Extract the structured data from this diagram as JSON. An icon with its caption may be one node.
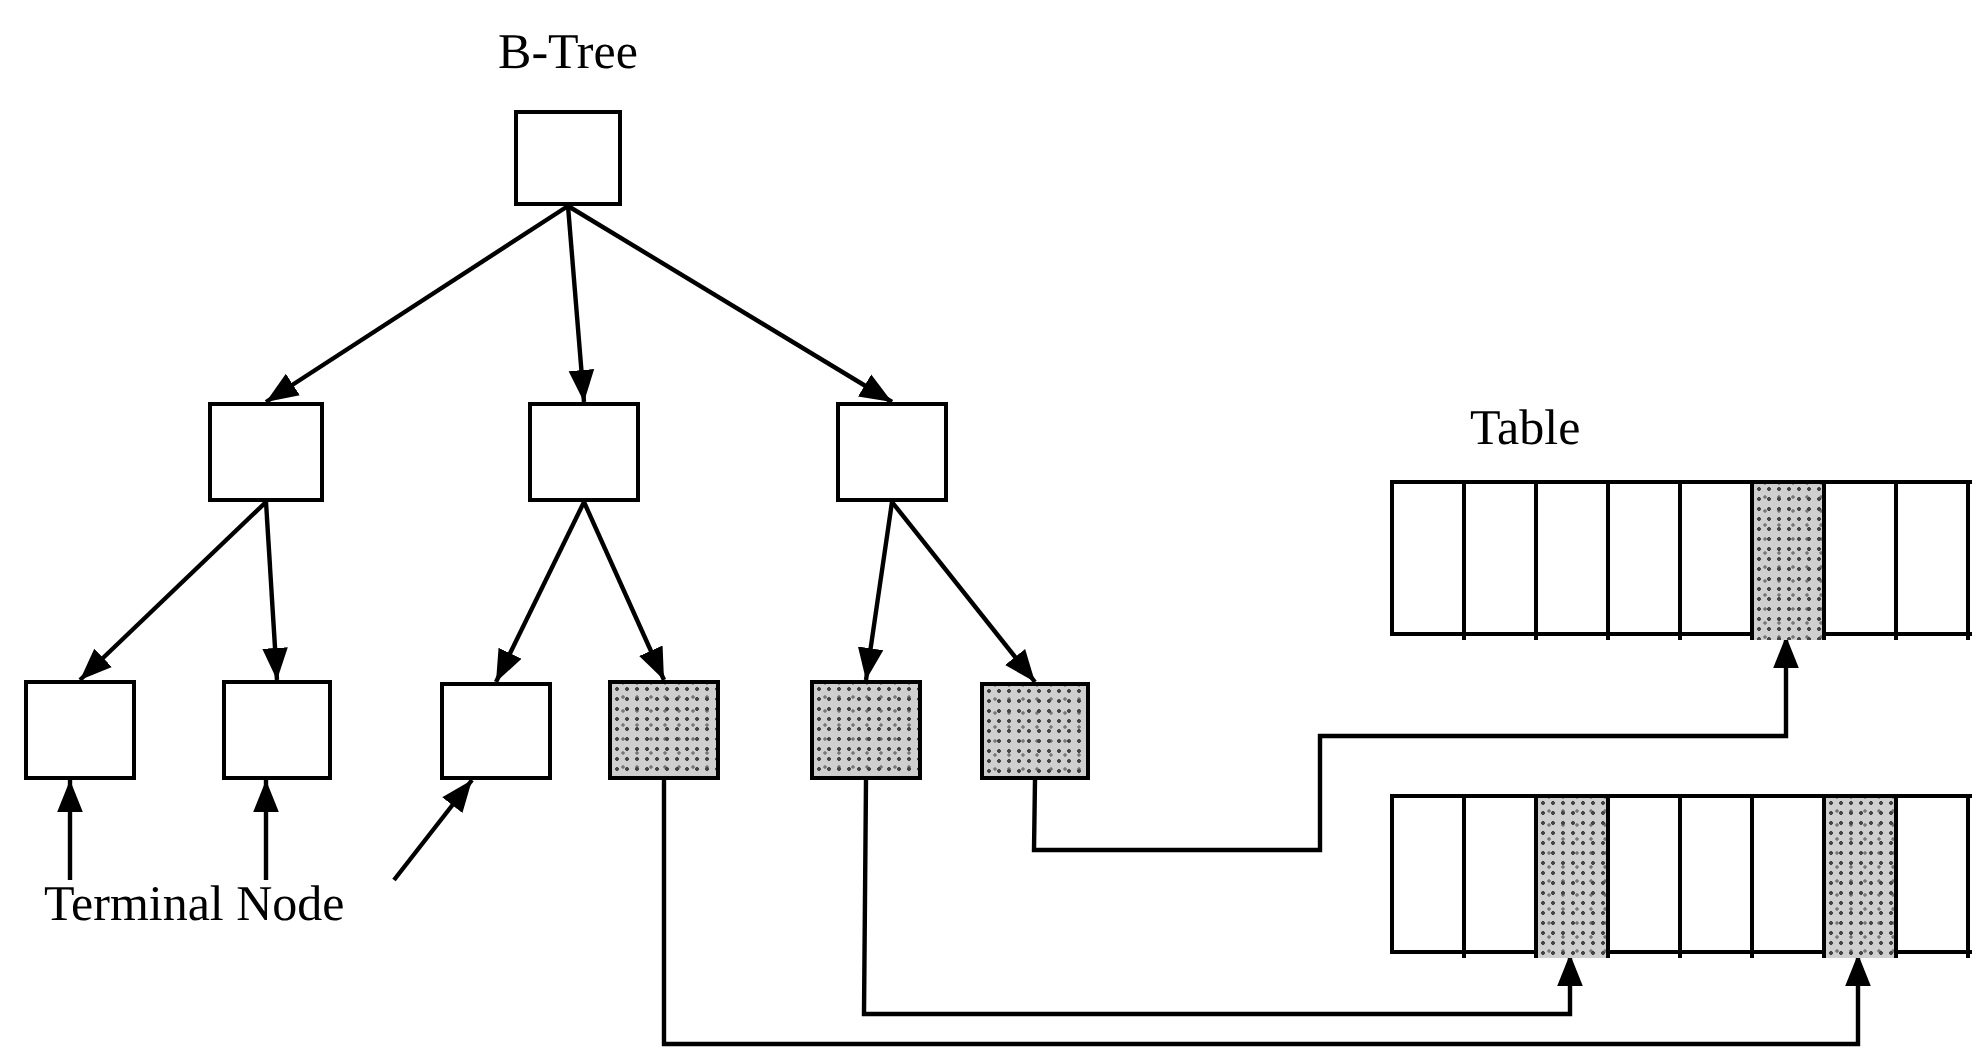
{
  "diagram": {
    "nodes": [
      {
        "text": [
          "B-Tree"
        ]
      },
      {
        "text": [],
        "shape": "box"
      },
      {
        "text": [],
        "shape": "box"
      },
      {
        "text": [],
        "shape": "box"
      },
      {
        "text": [],
        "shape": "box"
      },
      {
        "text": [],
        "shape": "box"
      },
      {
        "text": [],
        "shape": "box"
      },
      {
        "text": [],
        "shape": "box"
      },
      {
        "text": [],
        "shape": "box"
      },
      {
        "text": [],
        "shape": "box"
      },
      {
        "text": [
          "Terminal Node"
        ]
      },
      {
        "text": [
          "Table"
        ]
      },
      {
        "text": [],
        "shape": "bar",
        "in": 11
      },
      {
        "text": [],
        "shape": "box",
        "in": 12
      },
      {
        "text": [],
        "shape": "box",
        "in": 12
      },
      {
        "text": [],
        "shape": "box",
        "in": 12
      },
      {
        "text": [],
        "shape": "box",
        "in": 12
      },
      {
        "text": [],
        "shape": "box",
        "in": 12
      },
      {
        "text": [],
        "shape": "box",
        "in": 12
      },
      {
        "text": [],
        "shape": "box",
        "in": 12
      },
      {
        "text": [],
        "shape": "box",
        "in": 12
      },
      {
        "text": [],
        "shape": "bar",
        "in": 11
      },
      {
        "text": [],
        "shape": "box",
        "in": 21
      },
      {
        "text": [],
        "shape": "box",
        "in": 21
      },
      {
        "text": [],
        "shape": "box",
        "in": 21
      },
      {
        "text": [],
        "shape": "box",
        "in": 21
      },
      {
        "text": [],
        "shape": "box",
        "in": 21
      },
      {
        "text": [],
        "shape": "box",
        "in": 21
      },
      {
        "text": [],
        "shape": "box",
        "in": 21
      },
      {
        "text": [],
        "shape": "box",
        "in": 21
      }
    ],
    "edges": [
      {
        "from": 0,
        "to": 1,
        "arrow": "to"
      },
      {
        "from": 0,
        "to": 2,
        "arrow": "to"
      },
      {
        "from": 0,
        "to": 3,
        "arrow": "to"
      },
      {
        "from": 1,
        "to": 4,
        "arrow": "to"
      },
      {
        "from": 1,
        "to": 5,
        "arrow": "to"
      },
      {
        "from": 2,
        "to": 6,
        "arrow": "to"
      },
      {
        "from": 2,
        "to": 7,
        "arrow": "to"
      },
      {
        "from": 3,
        "to": 8,
        "arrow": "to"
      },
      {
        "from": 3,
        "to": 9,
        "arrow": "to"
      },
      {
        "from": 10,
        "to": 4,
        "arrow": "to"
      },
      {
        "from": 10,
        "to": 5,
        "arrow": "to"
      },
      {
        "from": 10,
        "to": 6,
        "arrow": "to"
      },
      {
        "from": 9,
        "to": 18,
        "arrow": "to"
      },
      {
        "from": 8,
        "to": 24,
        "arrow": "to"
      },
      {
        "from": 7,
        "to": 28,
        "arrow": "to"
      }
    ]
  }
}
